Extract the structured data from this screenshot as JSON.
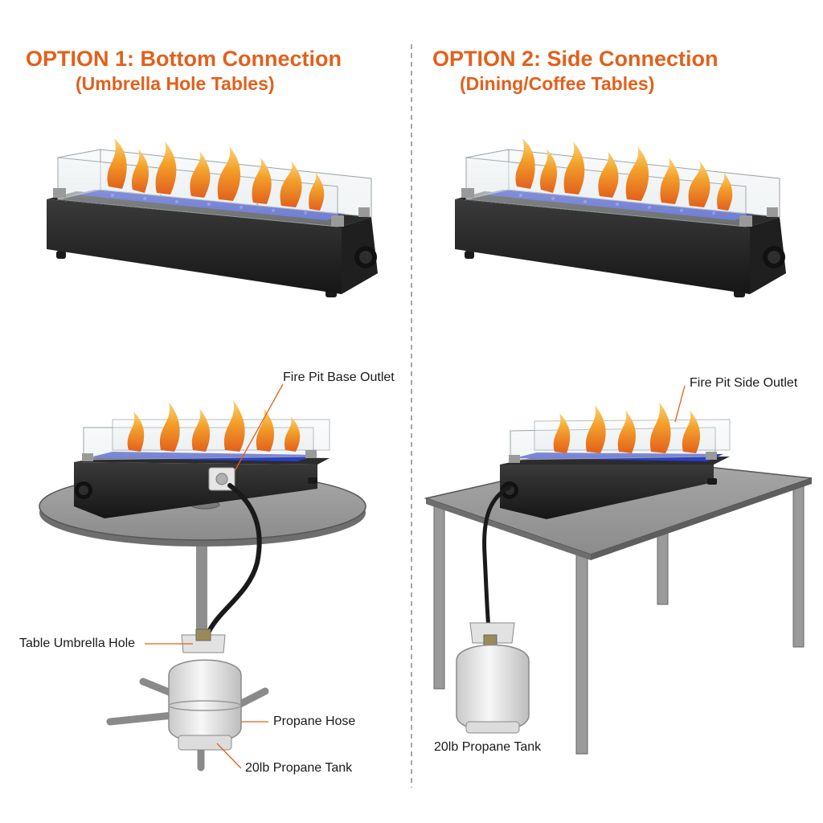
{
  "colors": {
    "accent": "#e2601c",
    "leader_line": "#e2601c",
    "divider": "#8a8a8a",
    "fire_pit_body": "#262626",
    "glass_beads": "#2c3fc8",
    "flame": "#f08a1c",
    "table_top": "#9a9a9a",
    "table_leg": "#8a8a8a",
    "tank": "#eeeeee",
    "hose": "#1a1a1a"
  },
  "option1": {
    "title": "OPTION 1: Bottom Connection",
    "subtitle": "(Umbrella Hole Tables)",
    "callouts": {
      "outlet": "Fire Pit Base Outlet",
      "umbrella_hole": "Table Umbrella Hole",
      "hose": "Propane Hose",
      "tank": "20lb Propane Tank"
    }
  },
  "option2": {
    "title": "OPTION 2: Side Connection",
    "subtitle": "(Dining/Coffee Tables)",
    "callouts": {
      "outlet": "Fire Pit Side Outlet",
      "tank": "20lb Propane Tank"
    }
  },
  "icons": {
    "fire_pit": "rectangular-fire-pit-icon",
    "table_round": "round-table-icon",
    "table_rect": "rectangular-table-icon",
    "tank": "propane-tank-icon",
    "hose": "propane-hose-icon"
  }
}
